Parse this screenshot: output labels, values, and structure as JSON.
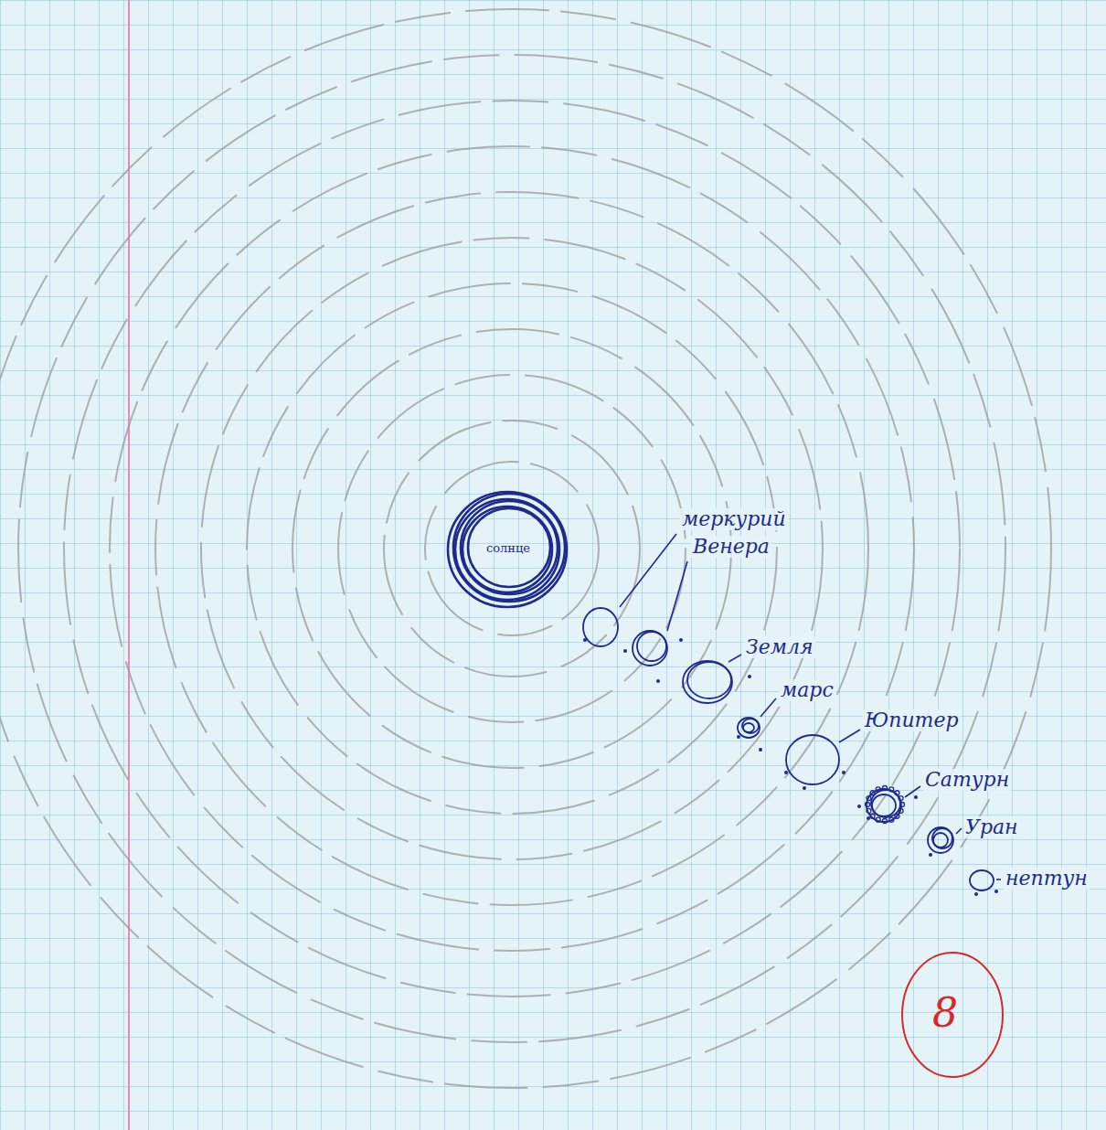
{
  "diagram": {
    "nodes": [
      {
        "text": [
          "солнце"
        ]
      },
      {
        "text": [
          "меркурий"
        ]
      },
      {
        "text": [
          "Венера"
        ]
      },
      {
        "text": [
          "Земля"
        ]
      },
      {
        "text": [
          "марс"
        ]
      },
      {
        "text": [
          "Юпитер"
        ]
      },
      {
        "text": [
          "Сатурн"
        ]
      },
      {
        "text": [
          "Уран"
        ]
      },
      {
        "text": [
          "нептун"
        ]
      }
    ],
    "labels": [
      "8"
    ]
  }
}
